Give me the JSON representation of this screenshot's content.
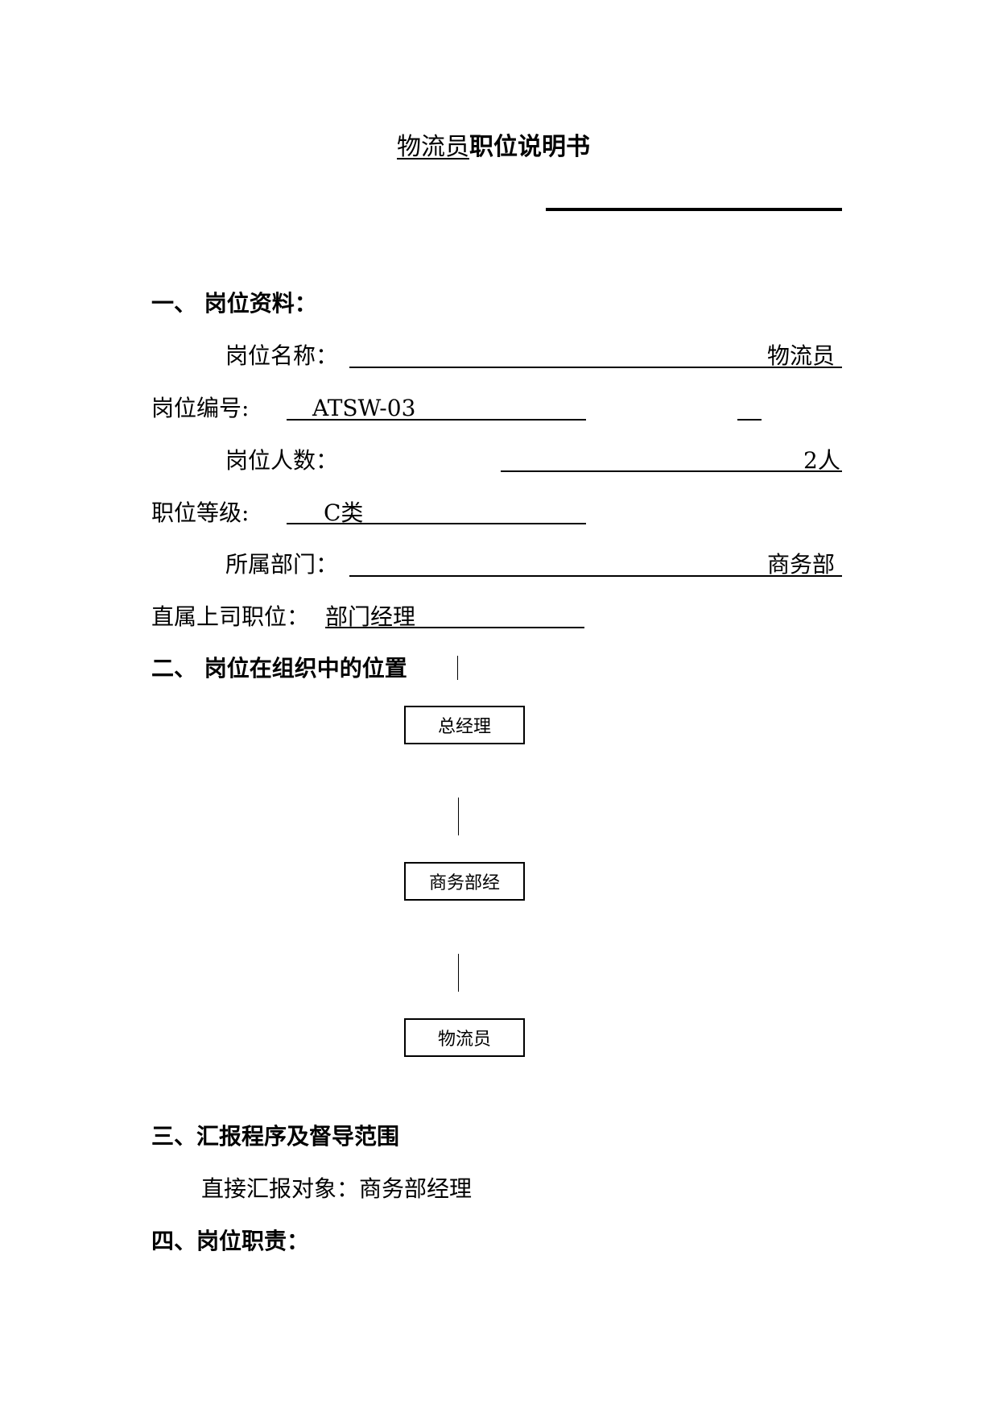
{
  "title": {
    "prefix": "物流员",
    "suffix": "职位说明书"
  },
  "section1": {
    "heading": "一、  岗位资料：",
    "fields": {
      "name_label": "岗位名称：",
      "name_value": "物流员",
      "code_label": "岗位编号:",
      "code_value": "ATSW-03",
      "count_label": "岗位人数：",
      "count_value": "2人",
      "grade_label": "职位等级:",
      "grade_value": "C类",
      "dept_label": "所属部门：",
      "dept_value": "商务部",
      "superior_label": "直属上司职位：",
      "superior_value": "部门经理"
    }
  },
  "section2": {
    "heading": "二、  岗位在组织中的位置",
    "org_chart": [
      "总经理",
      "商务部经",
      "物流员"
    ]
  },
  "section3": {
    "heading": "三、汇报程序及督导范围",
    "report_line": "直接汇报对象：商务部经理"
  },
  "section4": {
    "heading": "四、岗位职责："
  }
}
